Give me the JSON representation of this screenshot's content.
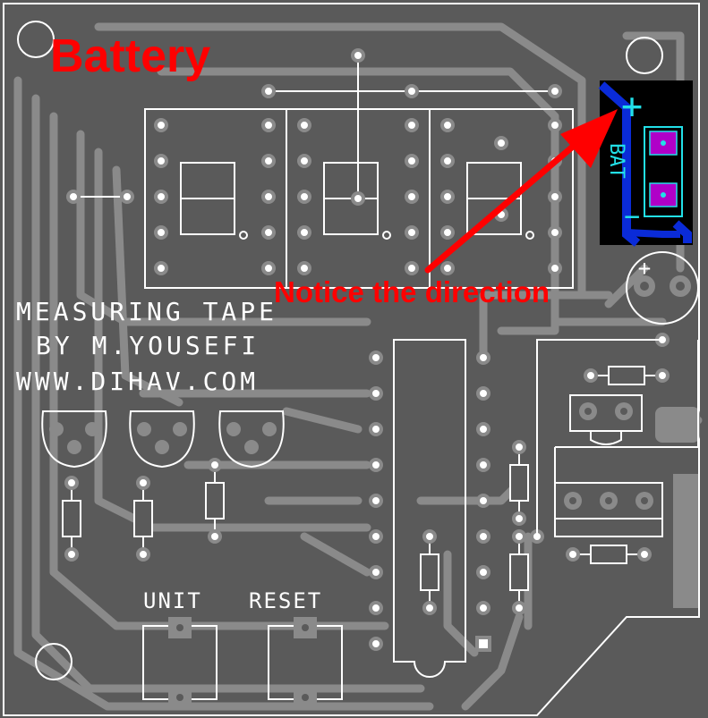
{
  "annotations": {
    "battery_title": "Battery",
    "notice_direction": "Notice the direction"
  },
  "silkscreen": {
    "title_line1": "MEASURING TAPE",
    "title_line2": "BY M.YOUSEFI",
    "title_line3": "WWW.DIHAV.COM",
    "unit_label": "UNIT",
    "reset_label": "RESET",
    "bat_label": "BAT",
    "bat_plus": "+",
    "bat_minus": "−",
    "cap_plus": "+"
  },
  "colors": {
    "board": "#5a5a5a",
    "trace": "#8a8a8a",
    "silk": "#ffffff",
    "annotation": "#ff0000",
    "battery_copper": "#0a2bd8",
    "battery_pad": "#b000c8",
    "battery_outline": "#22e0e8"
  }
}
